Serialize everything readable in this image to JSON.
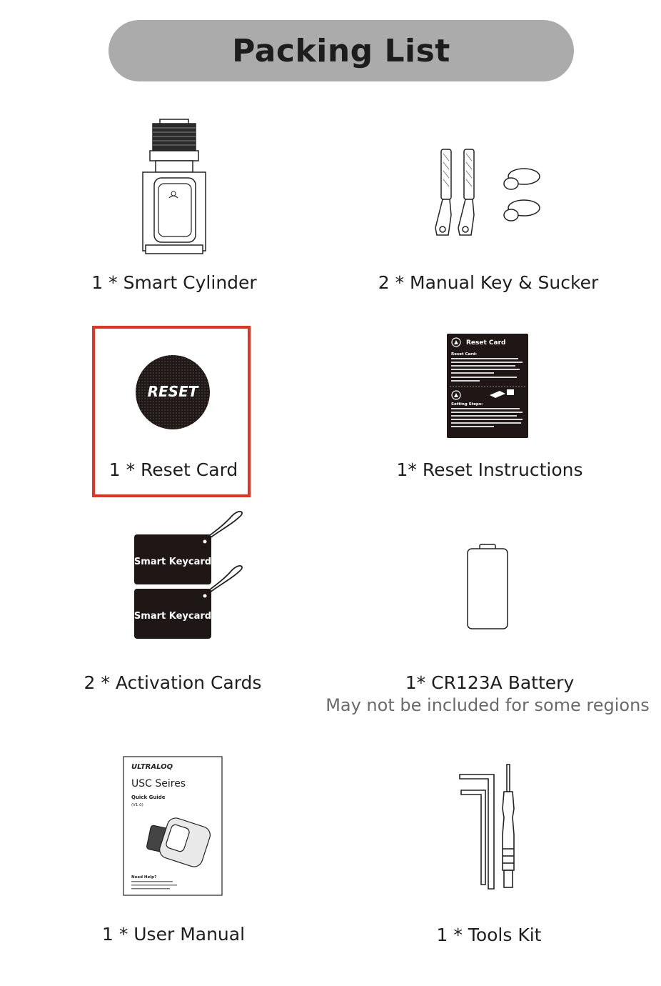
{
  "title": "Packing List",
  "items": [
    {
      "label": "1 * Smart Cylinder",
      "icon": "smart-cylinder-icon"
    },
    {
      "label": "2 * Manual Key & Sucker",
      "icon": "manual-key-sucker-icon"
    },
    {
      "label": "1 * Reset Card",
      "icon": "reset-card-icon",
      "card_text": "RESET",
      "highlighted": true
    },
    {
      "label": "1* Reset Instructions",
      "icon": "reset-instructions-icon",
      "card_title": "Reset Card",
      "card_heading": "Reset Card:",
      "card_heading2": "Setting Steps:"
    },
    {
      "label": "2 * Activation Cards",
      "icon": "keycard-icon",
      "card_text": "Smart Keycard"
    },
    {
      "label": "1* CR123A Battery",
      "note": "May not be included for some regions",
      "icon": "battery-icon"
    },
    {
      "label": "1 * User Manual",
      "icon": "user-manual-icon",
      "manual_brand": "ULTRALOQ",
      "manual_title": "USC Seires",
      "manual_subtitle": "Quick Guide",
      "manual_version": "(V1.0)",
      "manual_help": "Need Help?"
    },
    {
      "label": "1 * Tools Kit",
      "icon": "tools-kit-icon"
    }
  ],
  "colors": {
    "pill": "#ababab",
    "highlight": "#e8321f",
    "card": "#1f1715"
  }
}
